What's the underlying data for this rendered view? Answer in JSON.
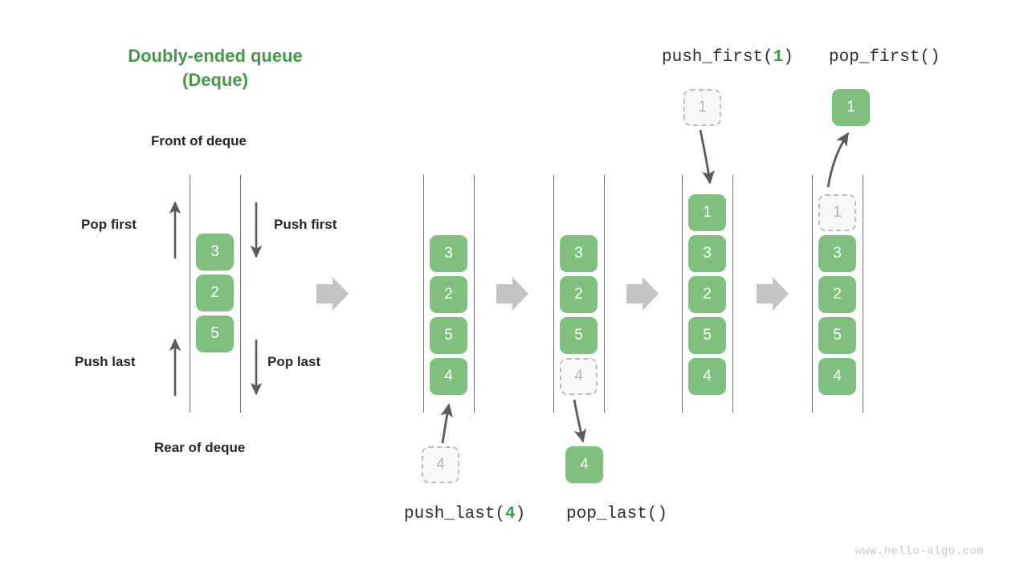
{
  "title": {
    "line1": "Doubly-ended queue",
    "line2": "(Deque)"
  },
  "labels": {
    "front": "Front of deque",
    "rear": "Rear of deque",
    "pop_first": "Pop first",
    "push_first": "Push first",
    "push_last": "Push last",
    "pop_last": "Pop last"
  },
  "operations": {
    "push_last": {
      "name": "push_last(",
      "arg": "4",
      "close": ")"
    },
    "pop_last": {
      "name": "pop_last()",
      "arg": "",
      "close": ""
    },
    "push_first": {
      "name": "push_first(",
      "arg": "1",
      "close": ")"
    },
    "pop_first": {
      "name": "pop_first()",
      "arg": "",
      "close": ""
    }
  },
  "panels": [
    {
      "id": "initial",
      "caption": "",
      "cells": [
        {
          "value": "3",
          "state": "solid"
        },
        {
          "value": "2",
          "state": "solid"
        },
        {
          "value": "5",
          "state": "solid"
        }
      ]
    },
    {
      "id": "after-push-last",
      "caption": "push_last(4)",
      "cells": [
        {
          "value": "3",
          "state": "solid"
        },
        {
          "value": "2",
          "state": "solid"
        },
        {
          "value": "5",
          "state": "solid"
        },
        {
          "value": "4",
          "state": "solid"
        }
      ],
      "incoming_cell": {
        "value": "4",
        "state": "ghost"
      }
    },
    {
      "id": "after-pop-last",
      "caption": "pop_last()",
      "cells": [
        {
          "value": "3",
          "state": "solid"
        },
        {
          "value": "2",
          "state": "solid"
        },
        {
          "value": "5",
          "state": "solid"
        },
        {
          "value": "4",
          "state": "ghost"
        }
      ],
      "outgoing_cell": {
        "value": "4",
        "state": "solid"
      }
    },
    {
      "id": "after-push-first",
      "caption": "push_first(1)",
      "cells": [
        {
          "value": "1",
          "state": "solid"
        },
        {
          "value": "3",
          "state": "solid"
        },
        {
          "value": "2",
          "state": "solid"
        },
        {
          "value": "5",
          "state": "solid"
        },
        {
          "value": "4",
          "state": "solid"
        }
      ],
      "incoming_cell": {
        "value": "1",
        "state": "ghost"
      }
    },
    {
      "id": "after-pop-first",
      "caption": "pop_first()",
      "cells": [
        {
          "value": "1",
          "state": "ghost"
        },
        {
          "value": "3",
          "state": "solid"
        },
        {
          "value": "2",
          "state": "solid"
        },
        {
          "value": "5",
          "state": "solid"
        },
        {
          "value": "4",
          "state": "solid"
        }
      ],
      "outgoing_cell": {
        "value": "1",
        "state": "solid"
      }
    }
  ],
  "watermark": "www.hello-algo.com",
  "colors": {
    "title_green": "#459b45",
    "cell_green": "#7fc07f",
    "ghost_fill": "#f8f8f8",
    "ghost_border": "#bdbdbd",
    "ghost_text": "#b5b5b5",
    "rail": "#6f6f6f",
    "arrow_gray": "#c4c4c4",
    "thin_arrow": "#5a5a5a",
    "watermark": "#c8c8c8"
  }
}
